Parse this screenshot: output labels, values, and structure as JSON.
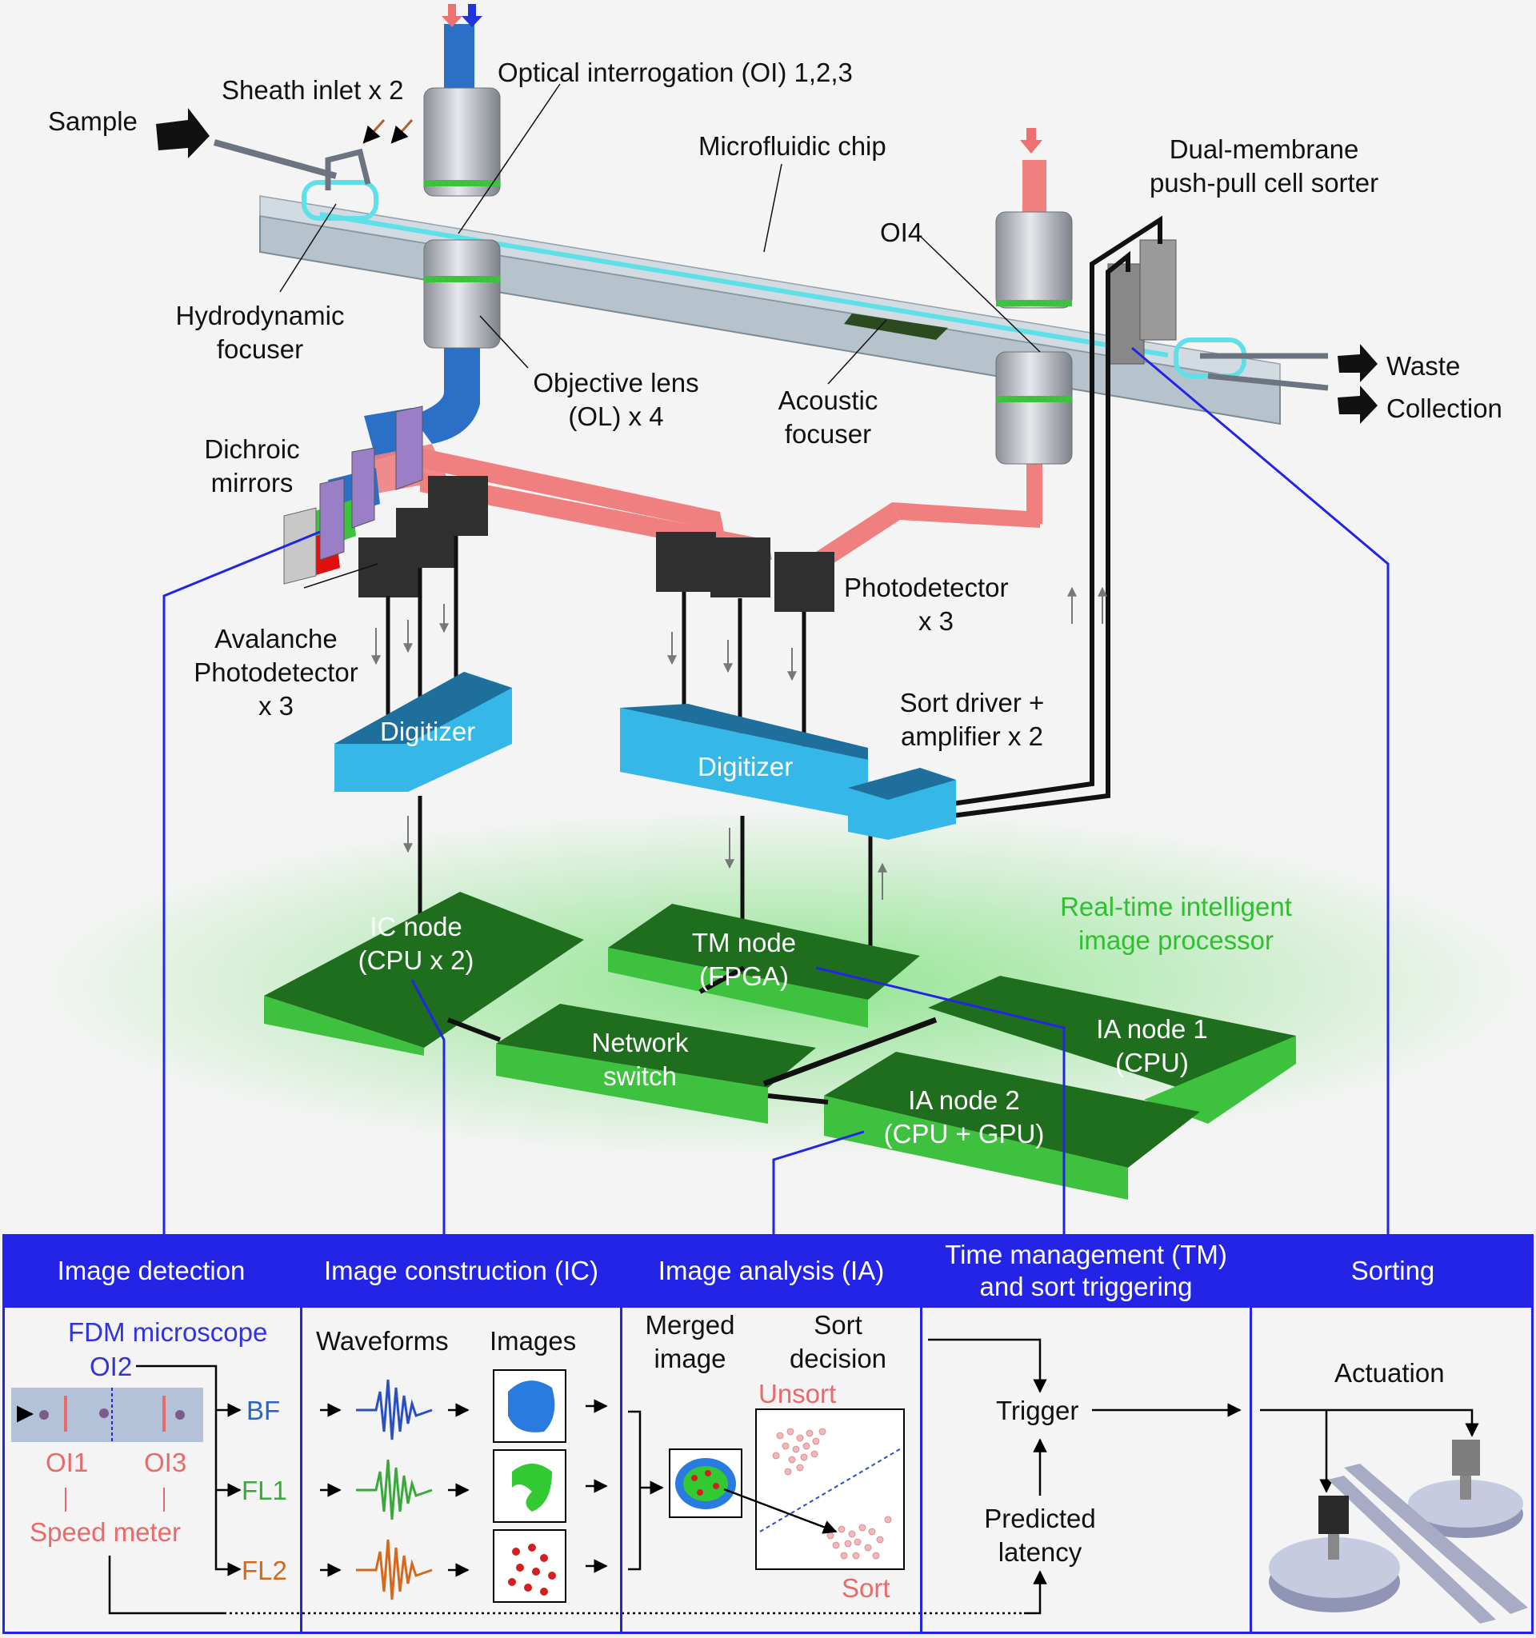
{
  "top_labels": {
    "sample": "Sample",
    "sheath_inlet": "Sheath inlet x 2",
    "optical_interrogation": "Optical interrogation (OI) 1,2,3",
    "microfluidic_chip": "Microfluidic chip",
    "dual_membrane_1": "Dual-membrane",
    "dual_membrane_2": "push-pull cell sorter",
    "oi4": "OI4",
    "hydrodynamic_1": "Hydrodynamic",
    "hydrodynamic_2": "focuser",
    "objective_1": "Objective lens",
    "objective_2": "(OL) x 4",
    "acoustic_1": "Acoustic",
    "acoustic_2": "focuser",
    "waste": "Waste",
    "collection": "Collection",
    "dichroic_1": "Dichroic",
    "dichroic_2": "mirrors",
    "photodetector_1": "Photodetector",
    "photodetector_2": "x 3",
    "avalanche_1": "Avalanche",
    "avalanche_2": "Photodetector",
    "avalanche_3": "x 3",
    "sort_driver_1": "Sort driver +",
    "sort_driver_2": "amplifier x 2",
    "digitizer_left": "Digitizer",
    "digitizer_right": "Digitizer",
    "realtime_1": "Real-time intelligent",
    "realtime_2": "image processor",
    "ic_node_1": "IC node",
    "ic_node_2": "(CPU x 2)",
    "tm_node_1": "TM node",
    "tm_node_2": "(FPGA)",
    "network_1": "Network",
    "network_2": "switch",
    "ia1_1": "IA node 1",
    "ia1_2": "(CPU)",
    "ia2_1": "IA node 2",
    "ia2_2": "(CPU + GPU)"
  },
  "panels": [
    {
      "title": "Image detection"
    },
    {
      "title": "Image construction (IC)"
    },
    {
      "title": "Image analysis (IA)"
    },
    {
      "title_1": "Time management (TM)",
      "title_2": "and sort triggering"
    },
    {
      "title": "Sorting"
    }
  ],
  "detection": {
    "fdm": "FDM microscope",
    "oi2": "OI2",
    "oi1": "OI1",
    "oi3": "OI3",
    "speed_meter": "Speed meter",
    "bf": "BF",
    "fl1": "FL1",
    "fl2": "FL2"
  },
  "construction": {
    "waveforms": "Waveforms",
    "images": "Images"
  },
  "analysis": {
    "merged_1": "Merged",
    "merged_2": "image",
    "sort_decision_1": "Sort",
    "sort_decision_2": "decision",
    "unsort": "Unsort",
    "sort": "Sort"
  },
  "tm": {
    "trigger": "Trigger",
    "predicted_1": "Predicted",
    "predicted_2": "latency"
  },
  "sorting": {
    "actuation": "Actuation"
  },
  "colors": {
    "header_blue": "#2424e6",
    "node_green": "#1e8c1e",
    "digitizer_blue": "#35b8e8",
    "laser_red": "#ee7070",
    "channel_cyan": "#5ee0e8"
  }
}
